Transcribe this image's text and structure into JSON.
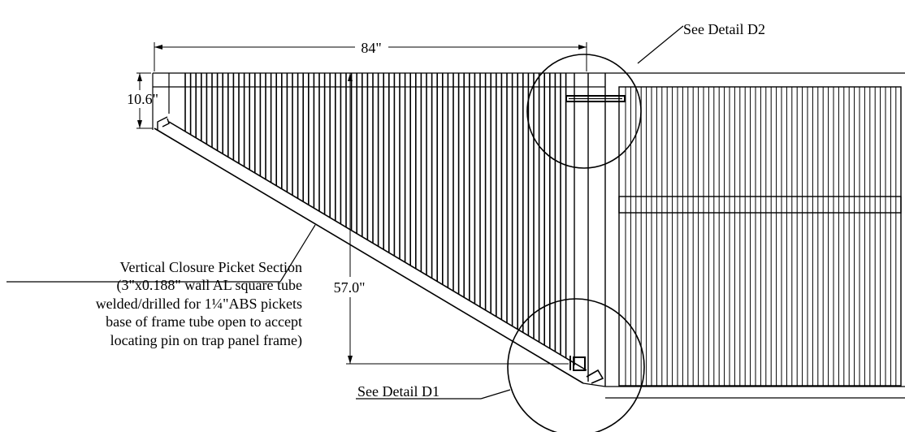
{
  "dimensions": {
    "width_label": "84\"",
    "top_height_label": "10.6\"",
    "total_height_label": "57.0\""
  },
  "details": {
    "d2_label": "See Detail D2",
    "d1_label": "See Detail D1"
  },
  "callout": {
    "title": "Vertical Closure Picket Section",
    "line1": "(3\"x0.188\" wall AL square tube",
    "line2": "welded/drilled for 1¼\"ABS pickets",
    "line3": "base of frame tube open to accept",
    "line4": "locating pin on trap panel frame)"
  }
}
